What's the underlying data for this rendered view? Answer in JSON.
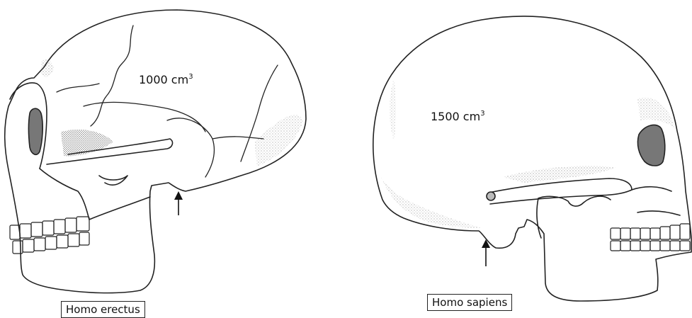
{
  "skulls": [
    {
      "species": "Homo erectus",
      "volume_number": "1000 cm",
      "volume_sup": "3"
    },
    {
      "species": "Homo sapiens",
      "volume_number": "1500 cm",
      "volume_sup": "3"
    }
  ]
}
